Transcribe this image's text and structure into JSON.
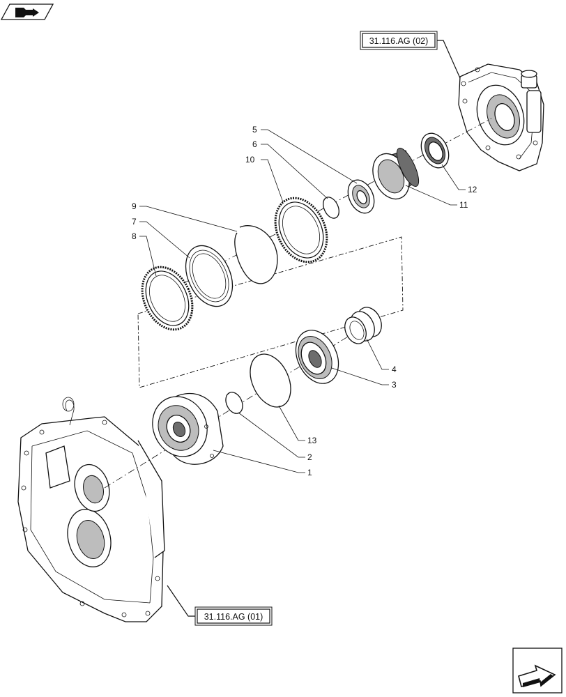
{
  "references": {
    "top": "31.116.AG (02)",
    "bottom": "31.116.AG (01)"
  },
  "callouts": [
    {
      "id": "c1",
      "label": "1"
    },
    {
      "id": "c2",
      "label": "2"
    },
    {
      "id": "c3",
      "label": "3"
    },
    {
      "id": "c4",
      "label": "4"
    },
    {
      "id": "c5",
      "label": "5"
    },
    {
      "id": "c6",
      "label": "6"
    },
    {
      "id": "c7",
      "label": "7"
    },
    {
      "id": "c8",
      "label": "8"
    },
    {
      "id": "c9",
      "label": "9"
    },
    {
      "id": "c10",
      "label": "10"
    },
    {
      "id": "c11",
      "label": "11"
    },
    {
      "id": "c12",
      "label": "12"
    },
    {
      "id": "c13",
      "label": "13"
    }
  ],
  "icons": {
    "top_left": "book-arrow-icon",
    "bottom_right": "next-page-arrow-icon"
  }
}
